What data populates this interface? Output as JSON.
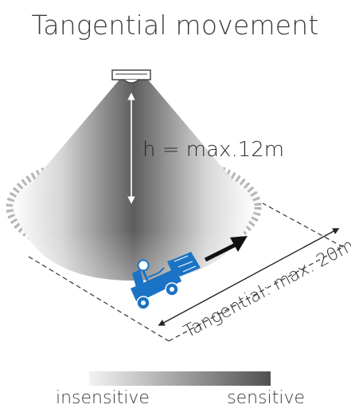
{
  "title": "Tangential movement",
  "height_label": "h = max.12m",
  "range_label": "Tangential: max. 20m",
  "legend": {
    "low_label": "insensitive",
    "high_label": "sensitive",
    "gradient_from": "#f2f2f2",
    "gradient_to": "#505050"
  },
  "colors": {
    "forklift": "#1a73c4",
    "arrow": "#111111",
    "dashed_lines": "#333333",
    "detection_zone": "#b8b8b8"
  },
  "icons": [
    "sensor-icon",
    "forklift-icon",
    "movement-arrow-icon",
    "height-arrow-icon",
    "range-arrow-icon"
  ]
}
